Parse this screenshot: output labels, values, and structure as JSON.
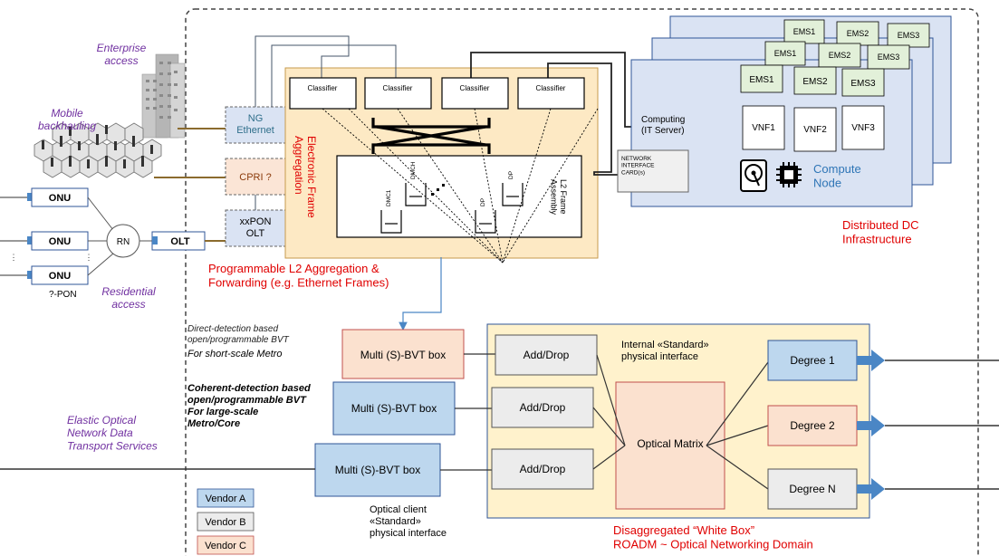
{
  "access": {
    "enterprise": "Enterprise\naccess",
    "mobile": "Mobile\nbackhauling",
    "residential": "Residential\naccess",
    "onu": "ONU",
    "rn": "RN",
    "olt": "OLT",
    "pon": "?-PON",
    "dots": "⋮"
  },
  "interfaces": {
    "ng_ethernet": "NG\nEthernet",
    "cpri": "CPRI ?",
    "xxpon": "xxPON\nOLT"
  },
  "aggregation": {
    "classifier": "Classifier",
    "vertical_label": "Electronic Frame\nAggregation",
    "l2_frame": "L2 Frame\nAssembly",
    "queue_labels": [
      "DMC1",
      "DMCH",
      "DP",
      "DP"
    ],
    "caption": "Programmable L2 Aggregation &\nForwarding (e.g. Ethernet Frames)"
  },
  "dc": {
    "nic": "NETWORK\nINTERFACE\nCARD(s)",
    "computing": "Computing\n(IT Server)",
    "ems": [
      "EMS1",
      "EMS2",
      "EMS3"
    ],
    "vnf": [
      "VNF1",
      "VNF2",
      "VNF3"
    ],
    "compute_node": "Compute\nNode",
    "caption": "Distributed DC\nInfrastructure"
  },
  "optical": {
    "bvt1_desc": "Direct-detection based\nopen/programmable BVT",
    "bvt1_sub": "For short-scale Metro",
    "bvt2_desc": "Coherent-detection based\nopen/programmable BVT\nFor large-scale\nMetro/Core",
    "bvt_box": "Multi (S)-BVT box",
    "elastic": "Elastic Optical\nNetwork Data\nTransport Services",
    "add_drop": "Add/Drop",
    "internal_if": "Internal «Standard»\nphysical interface",
    "matrix": "Optical Matrix",
    "degrees": [
      "Degree  1",
      "Degree  2",
      "Degree  N"
    ],
    "client_if": "Optical client\n«Standard»\nphysical interface",
    "roadm_caption": "Disaggregated “White Box”\nROADM ~ Optical Networking Domain"
  },
  "legend": {
    "items": [
      "Vendor A",
      "Vendor B",
      "Vendor C"
    ]
  },
  "colors": {
    "vendor_a": "#bdd7ee",
    "vendor_b": "#ececec",
    "vendor_c": "#fbe1cf",
    "roadm_bg": "#fff2cc",
    "agg_bg": "#fde9c4",
    "dc_bg": "#dae3f3",
    "purple": "#7030a0",
    "red": "#e00000",
    "brown": "#8b6b2e",
    "arrow_blue": "#4a86c5"
  }
}
